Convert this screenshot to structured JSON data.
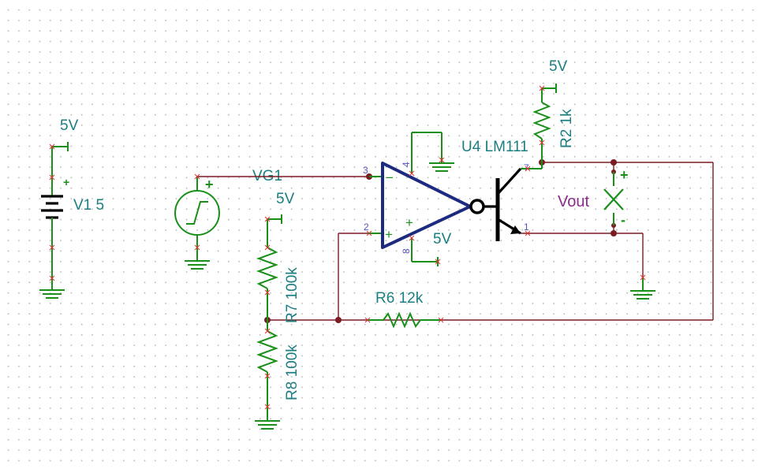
{
  "components": {
    "v1": {
      "name": "V1 5",
      "supply": "5V"
    },
    "vg1": {
      "name": "VG1"
    },
    "r7": {
      "name": "R7 100k",
      "supply": "5V"
    },
    "r8": {
      "name": "R8 100k"
    },
    "r6": {
      "name": "R6 12k"
    },
    "r2": {
      "name": "R2 1k",
      "supply": "5V"
    },
    "u4": {
      "name": "U4 LM111",
      "supply": "5V"
    },
    "vout": {
      "name": "Vout"
    }
  },
  "pins": {
    "p3": "3",
    "p4": "4",
    "p2": "2",
    "p8": "8",
    "p7": "7",
    "p1": "1"
  },
  "signs": {
    "plus": "+",
    "minus": "−",
    "neg": "-"
  },
  "colors": {
    "wire": "#7a1c22",
    "component": "#1a8f1a",
    "label": "#1b7f82",
    "opamp": "#1c2a80",
    "meter": "#8a2b8a"
  }
}
